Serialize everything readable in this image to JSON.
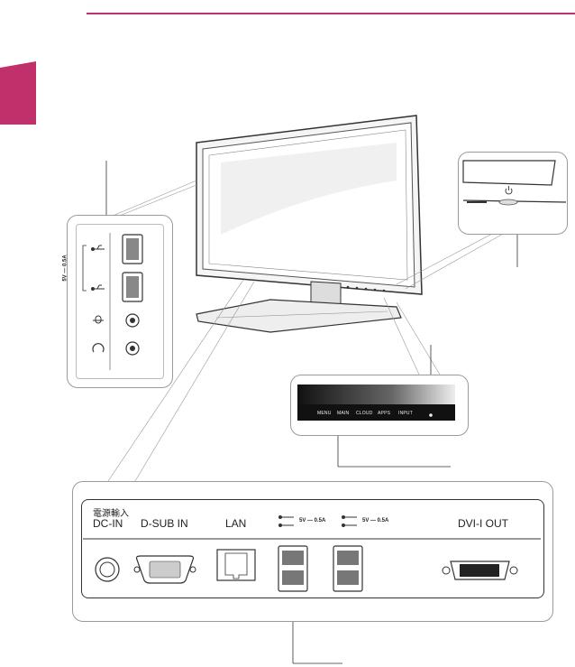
{
  "accent_color": "#c0306a",
  "bottom_panel": {
    "dc_in_cn": "電源輸入",
    "dc_in": "DC-IN",
    "dsub_in": "D-SUB IN",
    "lan": "LAN",
    "usb_spec_1": "5V — 0.5A",
    "usb_spec_2": "5V — 0.5A",
    "dvi_out": "DVI-I OUT"
  },
  "front_buttons": [
    "MENU",
    "MAIN",
    "CLOUD",
    "APPS",
    "INPUT"
  ],
  "side_panel": {
    "usb_spec": "5V — 0.5A"
  },
  "icons": [
    "usb-icon",
    "headphone-icon",
    "mic-icon",
    "power-icon",
    "dvi-port-icon",
    "vga-port-icon",
    "lan-port-icon",
    "dc-jack-icon"
  ]
}
